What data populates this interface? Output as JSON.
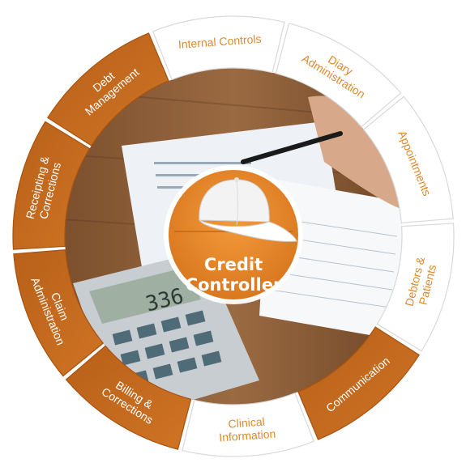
{
  "center": {
    "title_lines": [
      "Credit",
      "Controller"
    ],
    "icon": "cap-icon",
    "color": "#e48525"
  },
  "colors": {
    "accent": "#c96a1c",
    "accent_dark": "#a9520f",
    "light_segment": "#ffffff",
    "light_text": "#e0892c",
    "dark_text": "#ffffff",
    "border": "#d9d9d9"
  },
  "segments": [
    {
      "id": "internal-controls",
      "lines": [
        "Internal Controls"
      ],
      "style": "light"
    },
    {
      "id": "diary-administration",
      "lines": [
        "Diary",
        "Administration"
      ],
      "style": "light"
    },
    {
      "id": "appointments",
      "lines": [
        "Appointments"
      ],
      "style": "light"
    },
    {
      "id": "debtors-patients",
      "lines": [
        "Debtors &",
        "Patients"
      ],
      "style": "light"
    },
    {
      "id": "communication",
      "lines": [
        "Communication"
      ],
      "style": "dark"
    },
    {
      "id": "clinical-information",
      "lines": [
        "Clinical",
        "Information"
      ],
      "style": "light"
    },
    {
      "id": "billing-corrections",
      "lines": [
        "Billing &",
        "Corrections"
      ],
      "style": "dark"
    },
    {
      "id": "claim-administration",
      "lines": [
        "Claim",
        "Administration"
      ],
      "style": "dark"
    },
    {
      "id": "receipting-corrections",
      "lines": [
        "Receipting &",
        "Corrections"
      ],
      "style": "dark"
    },
    {
      "id": "debt-management",
      "lines": [
        "Debt",
        "Management"
      ],
      "style": "dark"
    }
  ],
  "photo": {
    "calculator_display": "336"
  }
}
